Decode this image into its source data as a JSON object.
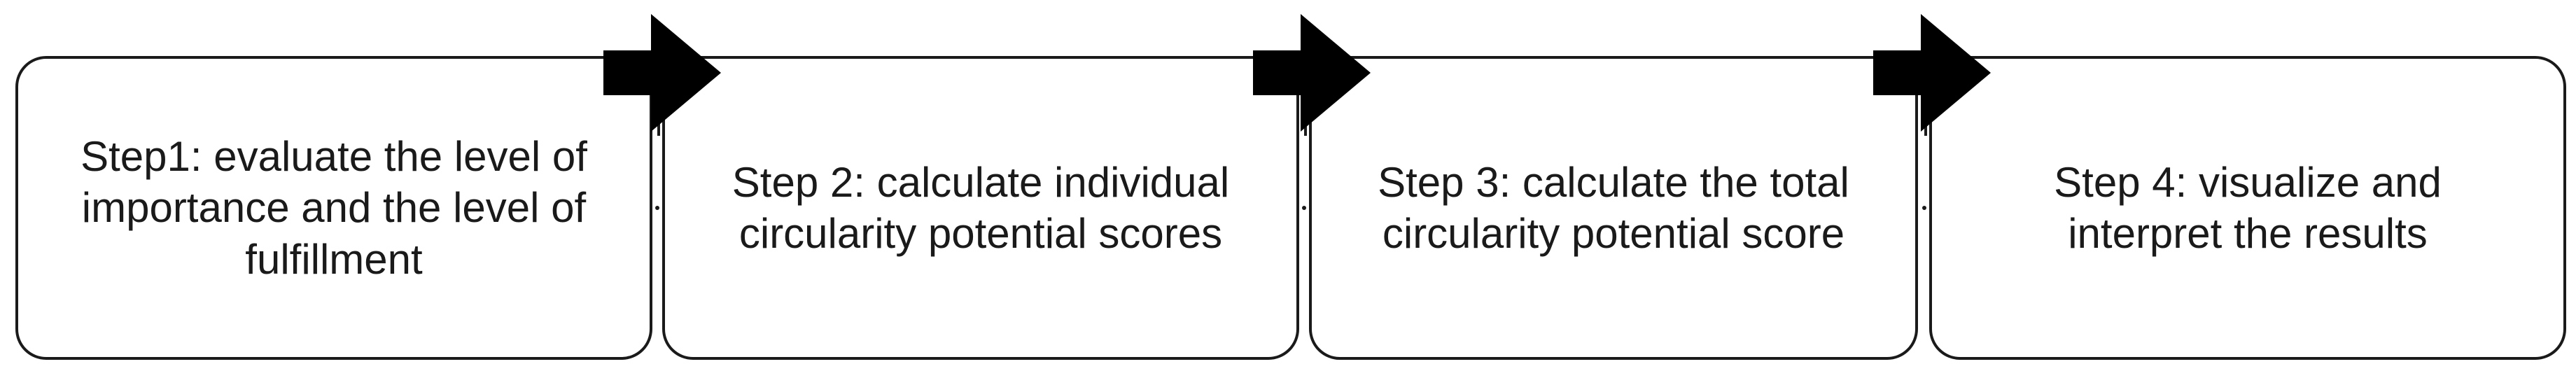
{
  "diagram": {
    "type": "process-flow",
    "colors": {
      "stroke": "#1a1a1a",
      "box_fill": "#ffffff",
      "arrow_fill": "#000000",
      "background": "#ffffff"
    },
    "steps": [
      {
        "label": "Step1: evaluate the level of\nimportance and the level of\nfulfillment"
      },
      {
        "label": "Step 2: calculate individual\ncircularity potential scores"
      },
      {
        "label": "Step 3: calculate the total\ncircularity potential score"
      },
      {
        "label": "Step 4: visualize and\ninterpret the results"
      }
    ],
    "connectors": [
      {
        "from": 1,
        "to": 2,
        "icon": "arrow-right-icon"
      },
      {
        "from": 2,
        "to": 3,
        "icon": "arrow-right-icon"
      },
      {
        "from": 3,
        "to": 4,
        "icon": "arrow-right-icon"
      }
    ]
  }
}
